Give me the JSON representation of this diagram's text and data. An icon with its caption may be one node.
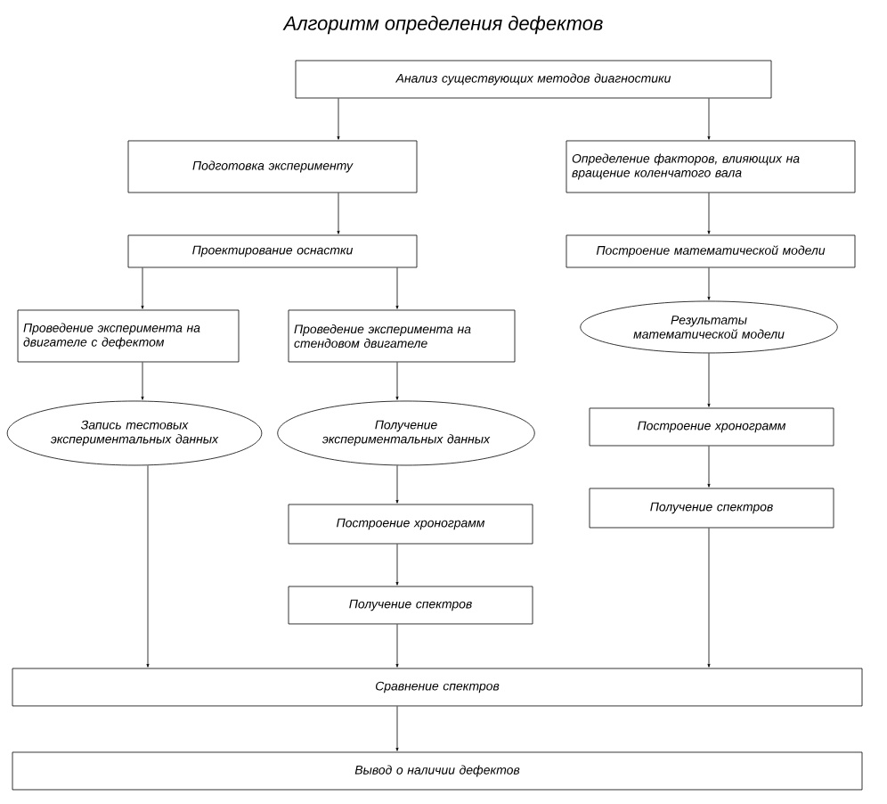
{
  "diagram": {
    "title": "Алгоритм определения дефектов",
    "nodes": [
      {
        "text": [
          "Анализ существующих методов диагностики"
        ]
      },
      {
        "text": [
          "Подготовка эксперименту"
        ]
      },
      {
        "text": [
          "Определение факторов, влияющих на вращение коленчатого вала"
        ]
      },
      {
        "text": [
          "Проектирование оснастки"
        ]
      },
      {
        "text": [
          "Построение математической модели"
        ]
      },
      {
        "text": [
          "Проведение эксперимента на двигателе с дефектом"
        ]
      },
      {
        "text": [
          "Проведение эксперимента на стендовом двигателе"
        ]
      },
      {
        "text": [
          "Результаты математической модели"
        ]
      },
      {
        "text": [
          "Запись тестовых экспериментальных данных"
        ]
      },
      {
        "text": [
          "Получение экспериментальных данных"
        ]
      },
      {
        "text": [
          "Построение хронограмм"
        ]
      },
      {
        "text": [
          "Построение хронограмм"
        ]
      },
      {
        "text": [
          "Получение спектров"
        ]
      },
      {
        "text": [
          "Получение спектров"
        ]
      },
      {
        "text": [
          "Сравнение спектров"
        ]
      },
      {
        "text": [
          "Вывод о наличии дефектов"
        ]
      }
    ],
    "edges": [
      {
        "from": 0,
        "to": 1,
        "arrow": "to"
      },
      {
        "from": 0,
        "to": 2,
        "arrow": "to"
      },
      {
        "from": 1,
        "to": 3,
        "arrow": "to"
      },
      {
        "from": 2,
        "to": 4,
        "arrow": "to"
      },
      {
        "from": 3,
        "to": 5,
        "arrow": "to"
      },
      {
        "from": 3,
        "to": 6,
        "arrow": "to"
      },
      {
        "from": 4,
        "to": 7,
        "arrow": "to"
      },
      {
        "from": 5,
        "to": 8,
        "arrow": "to"
      },
      {
        "from": 6,
        "to": 9,
        "arrow": "to"
      },
      {
        "from": 9,
        "to": 10,
        "arrow": "to"
      },
      {
        "from": 10,
        "to": 12,
        "arrow": "to"
      },
      {
        "from": 7,
        "to": 11,
        "arrow": "to"
      },
      {
        "from": 11,
        "to": 13,
        "arrow": "to"
      },
      {
        "from": 8,
        "to": 14,
        "arrow": "to"
      },
      {
        "from": 12,
        "to": 14,
        "arrow": "to"
      },
      {
        "from": 13,
        "to": 14,
        "arrow": "to"
      },
      {
        "from": 14,
        "to": 15,
        "arrow": "to"
      }
    ]
  }
}
